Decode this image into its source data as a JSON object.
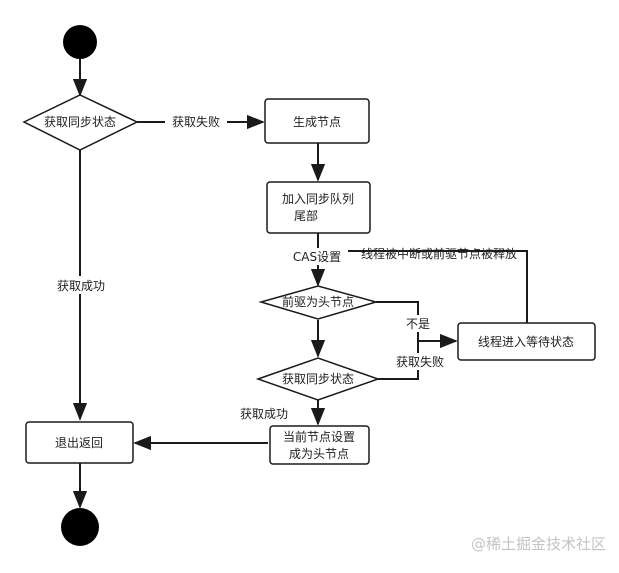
{
  "nodes": {
    "acquire_sync_1": "获取同步状态",
    "create_node": "生成节点",
    "enqueue_tail_l1": "加入同步队列",
    "enqueue_tail_l2": "尾部",
    "pred_is_head": "前驱为头节点",
    "acquire_sync_2": "获取同步状态",
    "wait_state": "线程进入等待状态",
    "exit_return": "退出返回",
    "set_head_l1": "当前节点设置",
    "set_head_l2": "成为头节点"
  },
  "edges": {
    "acquire_fail_1": "获取失败",
    "acquire_success_1": "获取成功",
    "cas_set": "CAS设置",
    "interrupt_or_pred_release": "线程被中断或前驱节点被释放",
    "not_head": "不是",
    "acquire_fail_2": "获取失败",
    "acquire_success_2": "获取成功"
  },
  "watermark": "@稀土掘金技术社区",
  "colors": {
    "stroke": "#1a1a1a",
    "fill": "#ffffff",
    "text": "#222222",
    "watermark": "#c4c4c4"
  }
}
